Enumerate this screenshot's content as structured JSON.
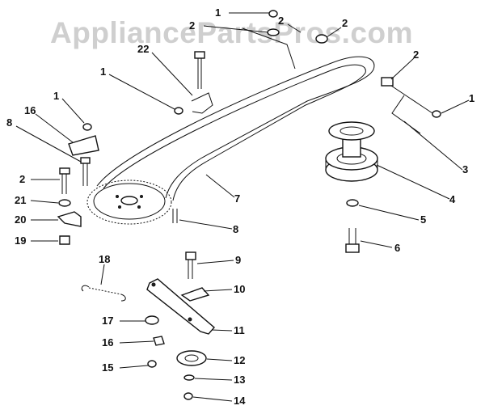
{
  "watermark": "AppliancePartsPros.com",
  "callouts": [
    {
      "id": "c1a",
      "label": "1"
    },
    {
      "id": "c2a",
      "label": "2"
    },
    {
      "id": "c2b",
      "label": "2"
    },
    {
      "id": "c2c",
      "label": "2"
    },
    {
      "id": "c22",
      "label": "22"
    },
    {
      "id": "c1b",
      "label": "1"
    },
    {
      "id": "c2d",
      "label": "2"
    },
    {
      "id": "c1c",
      "label": "1"
    },
    {
      "id": "c1d",
      "label": "1"
    },
    {
      "id": "c16a",
      "label": "16"
    },
    {
      "id": "c8a",
      "label": "8"
    },
    {
      "id": "c3",
      "label": "3"
    },
    {
      "id": "c4",
      "label": "4"
    },
    {
      "id": "c2e",
      "label": "2"
    },
    {
      "id": "c7",
      "label": "7"
    },
    {
      "id": "c21",
      "label": "21"
    },
    {
      "id": "c20",
      "label": "20"
    },
    {
      "id": "c8b",
      "label": "8"
    },
    {
      "id": "c5",
      "label": "5"
    },
    {
      "id": "c19",
      "label": "19"
    },
    {
      "id": "c6",
      "label": "6"
    },
    {
      "id": "c18",
      "label": "18"
    },
    {
      "id": "c9",
      "label": "9"
    },
    {
      "id": "c10",
      "label": "10"
    },
    {
      "id": "c17",
      "label": "17"
    },
    {
      "id": "c11",
      "label": "11"
    },
    {
      "id": "c16b",
      "label": "16"
    },
    {
      "id": "c12",
      "label": "12"
    },
    {
      "id": "c15",
      "label": "15"
    },
    {
      "id": "c13",
      "label": "13"
    },
    {
      "id": "c14",
      "label": "14"
    }
  ]
}
